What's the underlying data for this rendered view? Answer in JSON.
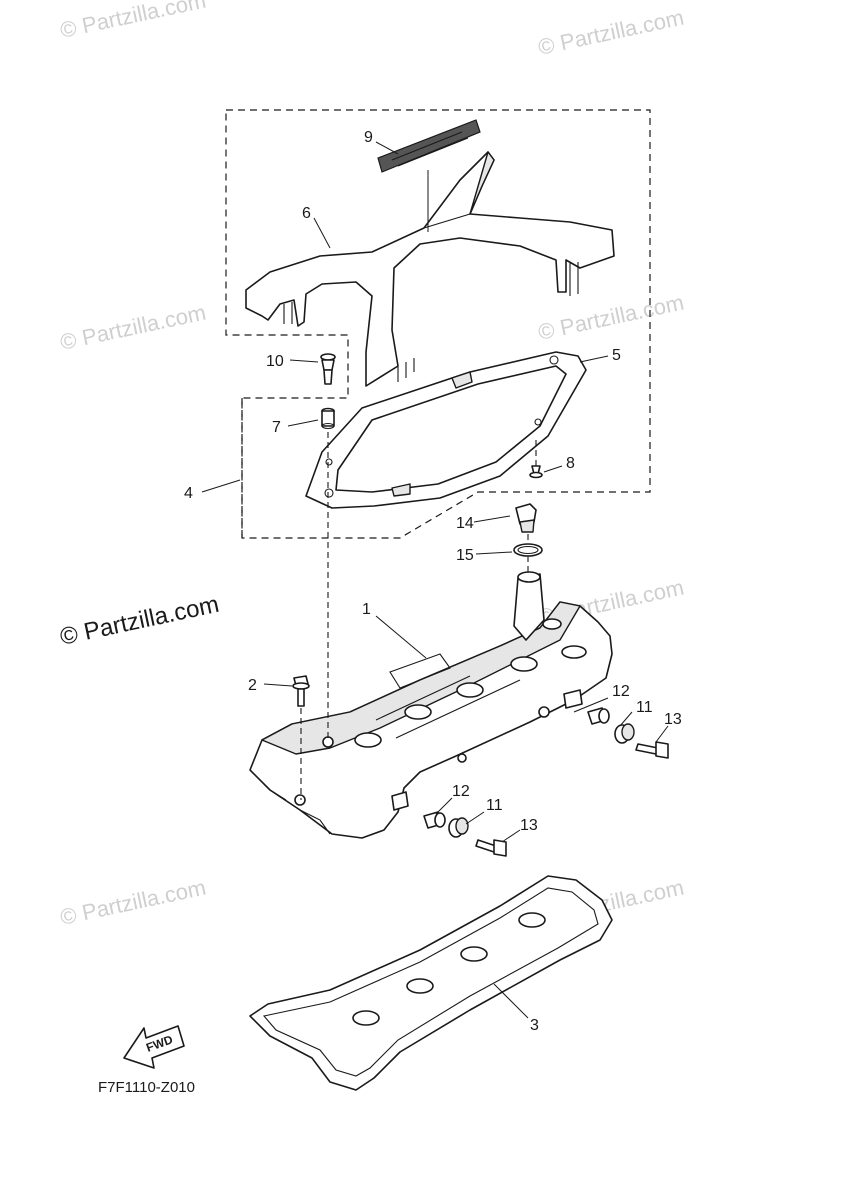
{
  "watermark": {
    "faint": "© Partzilla.com",
    "main": "© Partzilla.com"
  },
  "diagram_code": "F7F1110-Z010",
  "direction_label": "FWD",
  "callouts": [
    {
      "id": "c1",
      "label": "1"
    },
    {
      "id": "c2",
      "label": "2"
    },
    {
      "id": "c3",
      "label": "3"
    },
    {
      "id": "c4",
      "label": "4"
    },
    {
      "id": "c5",
      "label": "5"
    },
    {
      "id": "c6",
      "label": "6"
    },
    {
      "id": "c7",
      "label": "7"
    },
    {
      "id": "c8",
      "label": "8"
    },
    {
      "id": "c9",
      "label": "9"
    },
    {
      "id": "c10",
      "label": "10"
    },
    {
      "id": "c11a",
      "label": "11"
    },
    {
      "id": "c11b",
      "label": "11"
    },
    {
      "id": "c12a",
      "label": "12"
    },
    {
      "id": "c12b",
      "label": "12"
    },
    {
      "id": "c13a",
      "label": "13"
    },
    {
      "id": "c13b",
      "label": "13"
    },
    {
      "id": "c14",
      "label": "14"
    },
    {
      "id": "c15",
      "label": "15"
    }
  ],
  "colors": {
    "line": "#1a1a1a",
    "watermark": "#cfcfcf",
    "shade": "#e6e6e6"
  }
}
